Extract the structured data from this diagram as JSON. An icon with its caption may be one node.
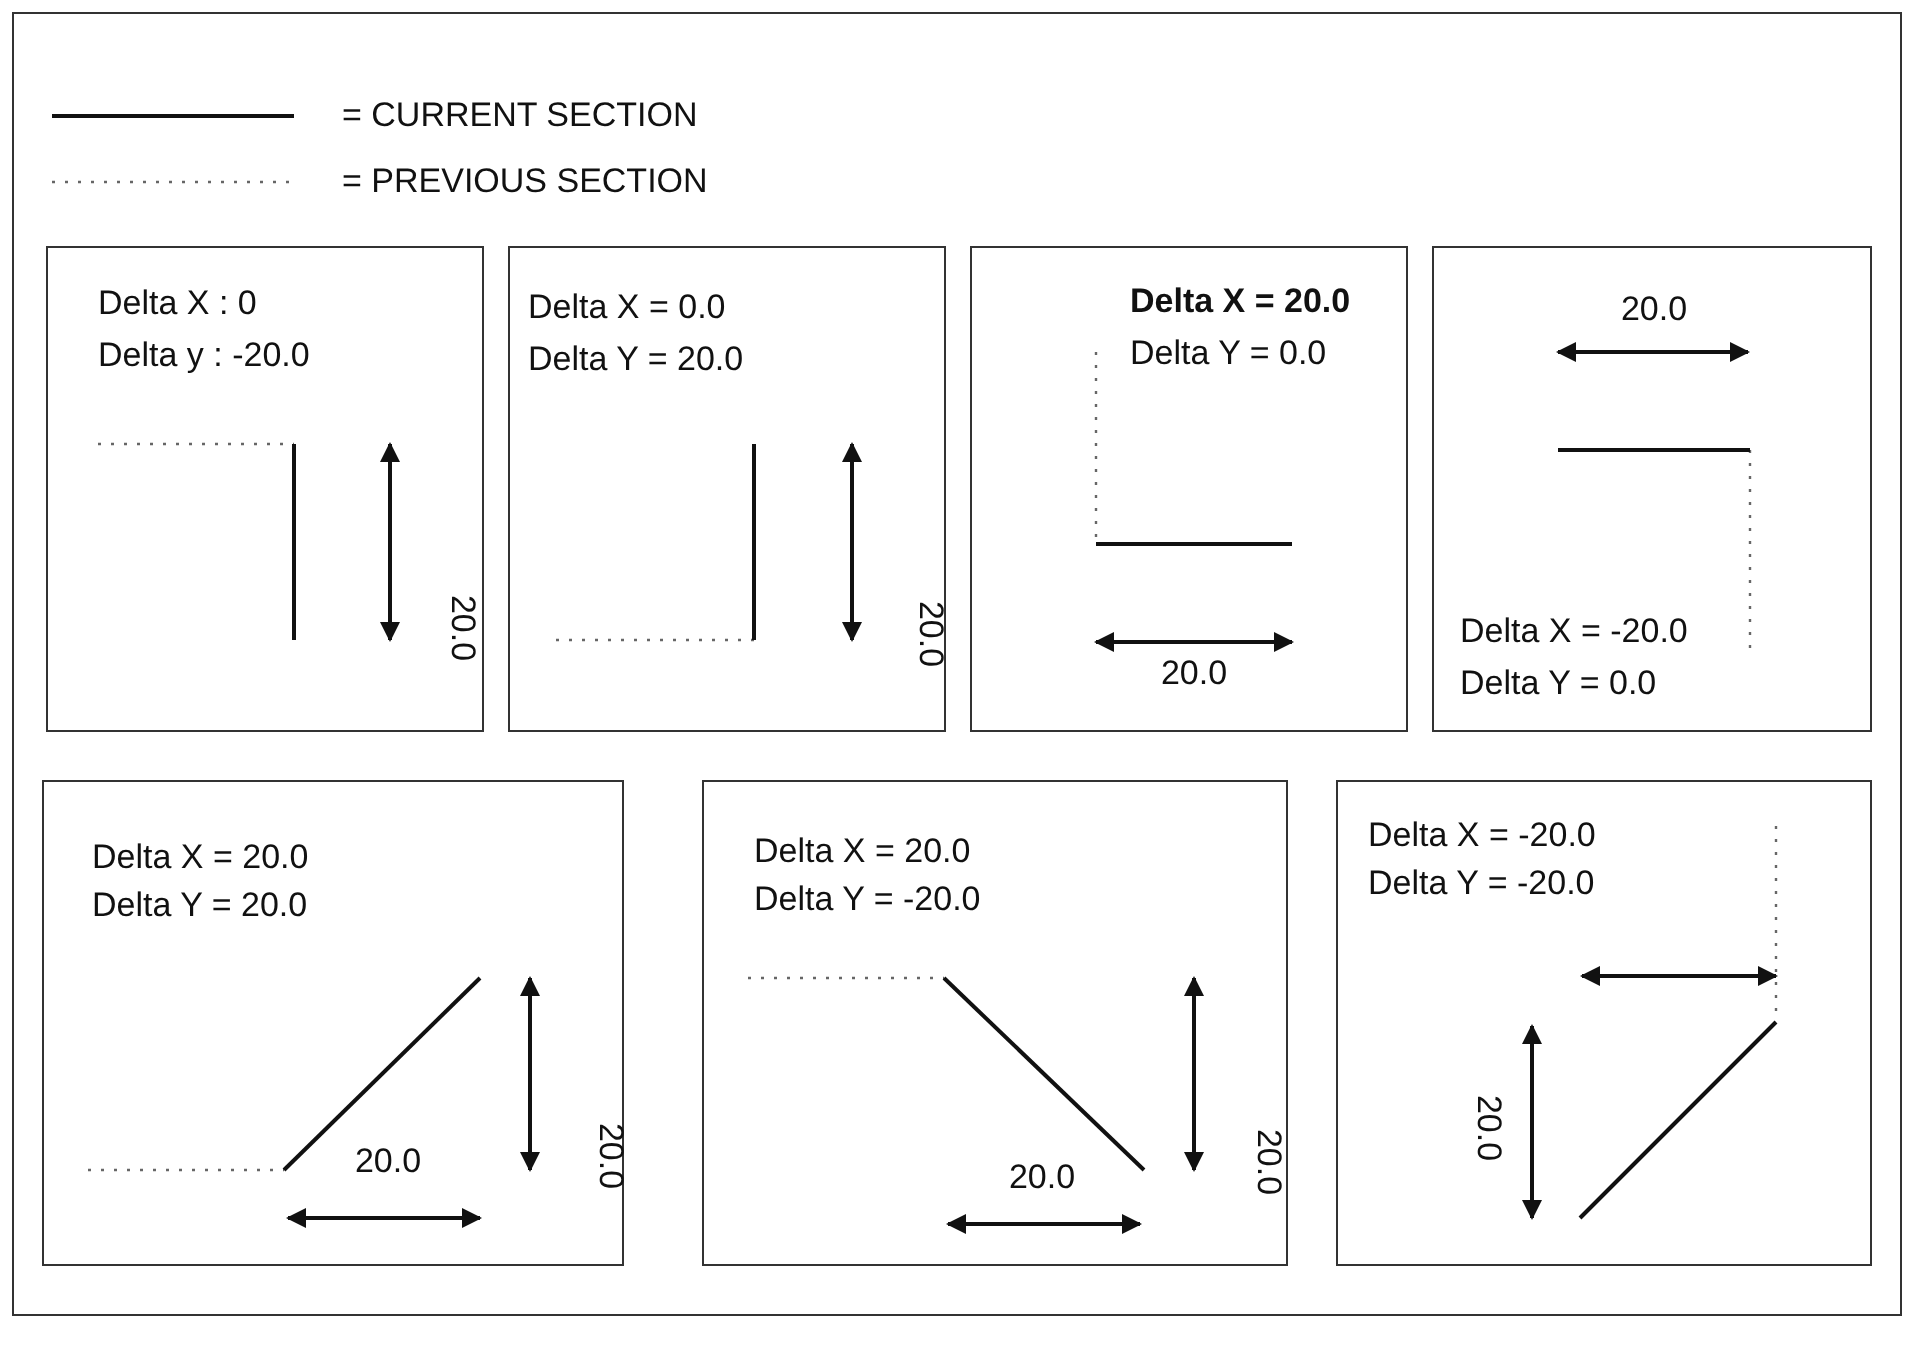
{
  "diagram": {
    "nodes": [
      {
        "text": [
          "Delta X : 0",
          "Delta y : -20.0",
          "20.0"
        ]
      },
      {
        "text": [
          "Delta X = 0.0",
          "Delta Y = 20.0",
          "20.0"
        ]
      },
      {
        "text": [
          "Delta X = 20.0",
          "Delta Y = 0.0",
          "20.0"
        ]
      },
      {
        "text": [
          "20.0",
          "Delta X = -20.0",
          "Delta Y = 0.0"
        ]
      },
      {
        "text": [
          "Delta X = 20.0",
          "Delta Y = 20.0",
          "20.0",
          "20.0"
        ]
      },
      {
        "text": [
          "Delta X = 20.0",
          "Delta Y = -20.0",
          "20.0",
          "20.0"
        ]
      },
      {
        "text": [
          "Delta X = -20.0",
          "Delta Y = -20.0",
          "20.0"
        ]
      }
    ],
    "edges": [],
    "legend": [
      {
        "text": "= CURRENT SECTION"
      },
      {
        "text": "= PREVIOUS SECTION"
      }
    ]
  }
}
